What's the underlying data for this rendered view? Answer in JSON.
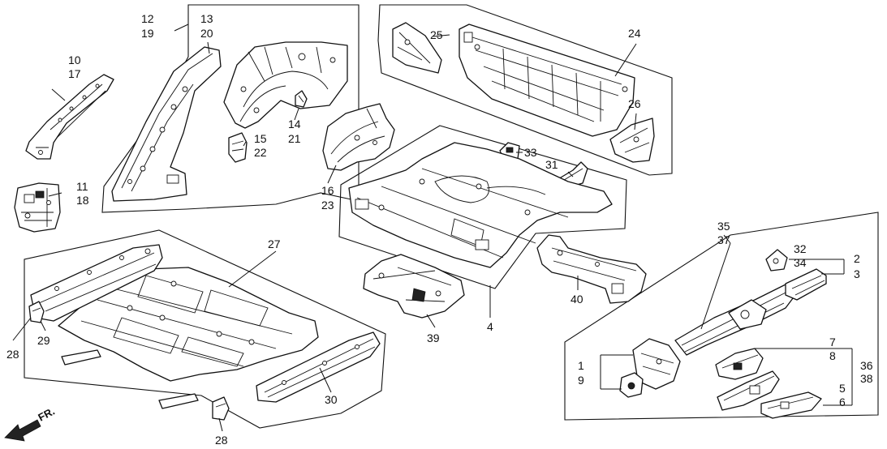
{
  "callouts": {
    "c1": "1",
    "c2": "2",
    "c3": "3",
    "c4": "4",
    "c5": "5",
    "c6": "6",
    "c7": "7",
    "c8": "8",
    "c9": "9",
    "c10": "10",
    "c11": "11",
    "c12": "12",
    "c13": "13",
    "c14": "14",
    "c15": "15",
    "c16": "16",
    "c17": "17",
    "c18": "18",
    "c19": "19",
    "c20": "20",
    "c21": "21",
    "c22": "22",
    "c23": "23",
    "c24": "24",
    "c25": "25",
    "c26": "26",
    "c27": "27",
    "c28a": "28",
    "c28b": "28",
    "c29": "29",
    "c30": "30",
    "c31": "31",
    "c32": "32",
    "c33": "33",
    "c34": "34",
    "c35": "35",
    "c36": "36",
    "c37": "37",
    "c38": "38",
    "c39": "39",
    "c40": "40"
  },
  "direction_marker": {
    "label": "FR.",
    "icon": "front-arrow-icon"
  },
  "colors": {
    "line": "#111111",
    "background": "#ffffff"
  }
}
